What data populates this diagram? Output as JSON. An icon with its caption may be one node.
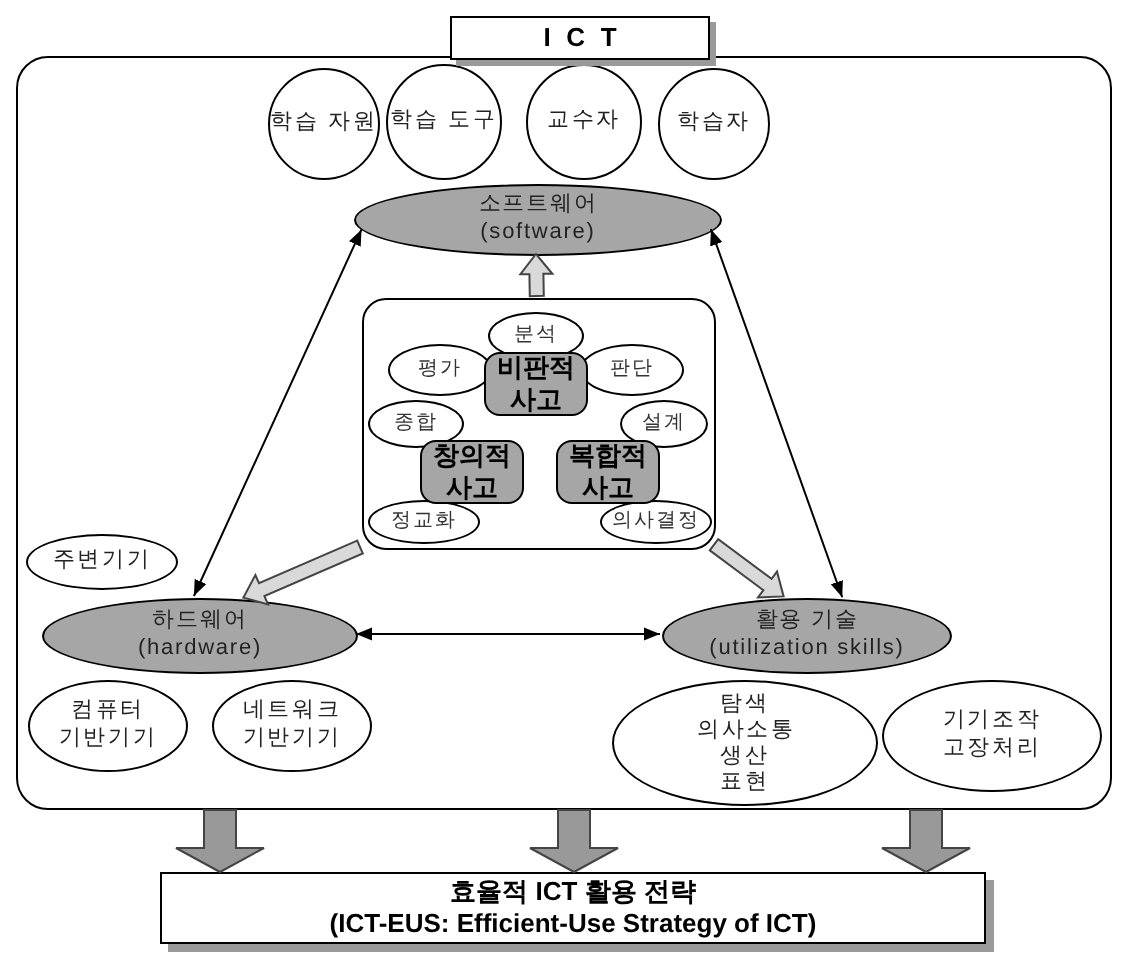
{
  "diagram": {
    "nodes": [
      {
        "text": [
          "ICT"
        ]
      },
      {
        "text": [],
        "shape": "box"
      },
      {
        "text": [
          "학습 자원"
        ],
        "in": 1
      },
      {
        "text": [
          "학습 도구"
        ],
        "in": 1
      },
      {
        "text": [
          "교수자"
        ],
        "in": 1
      },
      {
        "text": [
          "학습자"
        ],
        "in": 1
      },
      {
        "text": [
          "소프트웨어",
          "(software)"
        ],
        "in": 1
      },
      {
        "text": [],
        "shape": "box",
        "in": 1
      },
      {
        "text": [
          "분석"
        ],
        "in": 7
      },
      {
        "text": [
          "평가"
        ],
        "in": 7
      },
      {
        "text": [
          "판단"
        ],
        "in": 7
      },
      {
        "text": [
          "비판적 사고"
        ],
        "in": 7
      },
      {
        "text": [
          "종합"
        ],
        "in": 7
      },
      {
        "text": [
          "정교화"
        ],
        "in": 7
      },
      {
        "text": [
          "창의적 사고"
        ],
        "in": 7
      },
      {
        "text": [
          "설계"
        ],
        "in": 7
      },
      {
        "text": [
          "의사결정"
        ],
        "in": 7
      },
      {
        "text": [
          "복합적 사고"
        ],
        "in": 7
      },
      {
        "text": [
          "주변기기"
        ],
        "in": 1
      },
      {
        "text": [
          "하드웨어",
          "(hardware)"
        ],
        "in": 1
      },
      {
        "text": [
          "컴퓨터 기반기기"
        ],
        "in": 1
      },
      {
        "text": [
          "네트워크 기반기기"
        ],
        "in": 1
      },
      {
        "text": [
          "활용 기술",
          "(utilization skills)"
        ],
        "in": 1
      },
      {
        "text": [
          "탐색 의사소통 생산 표현"
        ],
        "in": 1
      },
      {
        "text": [
          "기기조작 고장처리"
        ],
        "in": 1
      },
      {
        "text": [
          "효율적 ICT 활용 전략",
          "(ICT-EUS: Efficient-Use Strategy of ICT)"
        ]
      }
    ],
    "edges": [
      {
        "from": 7,
        "to": 6,
        "arrow": "to",
        "style": "thick",
        "color": "#d9d9d9"
      },
      {
        "from": 7,
        "to": 19,
        "arrow": "to",
        "style": "thick",
        "color": "#d9d9d9"
      },
      {
        "from": 7,
        "to": 22,
        "arrow": "to",
        "style": "thick",
        "color": "#d9d9d9"
      },
      {
        "from": 6,
        "to": 19,
        "arrow": "both"
      },
      {
        "from": 6,
        "to": 22,
        "arrow": "both"
      },
      {
        "from": 19,
        "to": 22,
        "arrow": "both"
      },
      {
        "from": 1,
        "to": 25,
        "arrow": "to",
        "style": "thick",
        "color": "#999999"
      },
      {
        "from": 1,
        "to": 25,
        "arrow": "to",
        "style": "thick",
        "color": "#999999"
      },
      {
        "from": 1,
        "to": 25,
        "arrow": "to",
        "style": "thick",
        "color": "#999999"
      }
    ]
  }
}
